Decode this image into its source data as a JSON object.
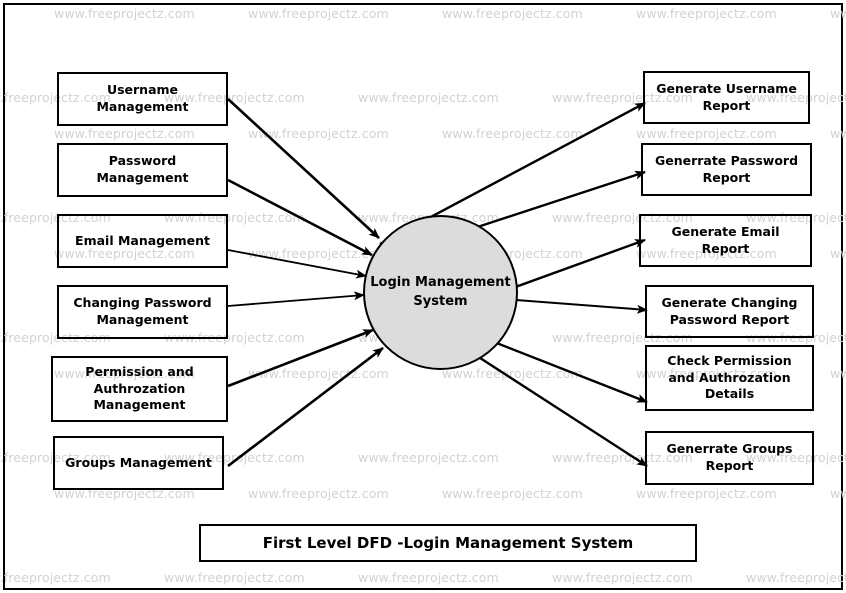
{
  "diagram": {
    "title": "First Level DFD -Login Management System",
    "process": {
      "label": "Login Management System",
      "fill": "#dcdcdc",
      "stroke": "#000000"
    },
    "watermark": {
      "text": "www.freeprojectz.com",
      "color": "#d2d2d2"
    },
    "inputs": [
      {
        "label": "Username Management"
      },
      {
        "label": "Password Management"
      },
      {
        "label": "Email Management"
      },
      {
        "label": "Changing Password Management"
      },
      {
        "label": "Permission and Authrozation Management"
      },
      {
        "label": "Groups Management"
      }
    ],
    "outputs": [
      {
        "label": "Generate Username Report"
      },
      {
        "label": "Generrate Password Report"
      },
      {
        "label": "Generate Email Report"
      },
      {
        "label": "Generate Changing Password Report"
      },
      {
        "label": "Check Permission and Authrozation Details"
      },
      {
        "label": "Generrate Groups Report"
      }
    ],
    "flows": [
      {
        "from": "Username Management",
        "to": "Login Management System"
      },
      {
        "from": "Password Management",
        "to": "Login Management System"
      },
      {
        "from": "Email Management",
        "to": "Login Management System"
      },
      {
        "from": "Changing Password Management",
        "to": "Login Management System"
      },
      {
        "from": "Permission and Authrozation Management",
        "to": "Login Management System"
      },
      {
        "from": "Groups Management",
        "to": "Login Management System"
      },
      {
        "from": "Login Management System",
        "to": "Generate Username Report"
      },
      {
        "from": "Login Management System",
        "to": "Generrate Password Report"
      },
      {
        "from": "Login Management System",
        "to": "Generate Email Report"
      },
      {
        "from": "Login Management System",
        "to": "Generate Changing Password Report"
      },
      {
        "from": "Login Management System",
        "to": "Check Permission and Authrozation Details"
      },
      {
        "from": "Login Management System",
        "to": "Generrate Groups Report"
      }
    ]
  }
}
